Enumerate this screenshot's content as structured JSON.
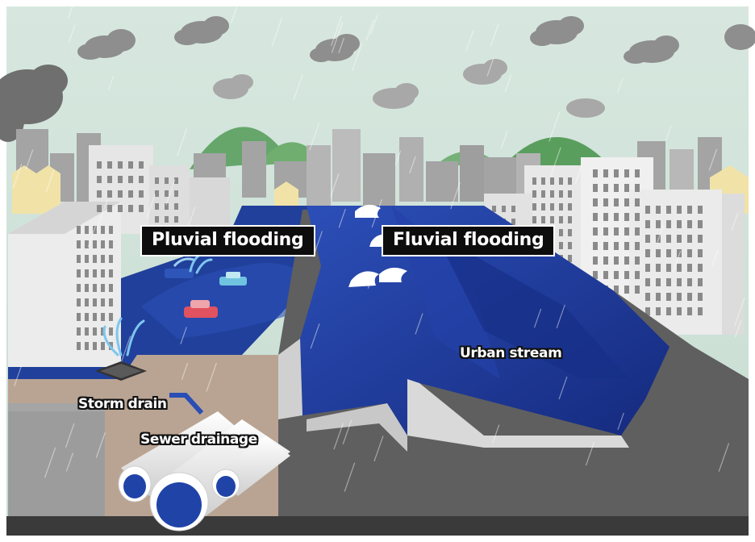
{
  "labels": {
    "pluvial": "Pluvial flooding",
    "fluvial": "Fluvial flooding",
    "urban_stream": "Urban stream",
    "storm_drain": "Storm drain",
    "sewer_drainage": "Sewer drainage"
  },
  "colors": {
    "sky": "#cfe3d9",
    "cloud": "#8a8a8a",
    "hill": "#5a9e5e",
    "building_far": "#a9a9a9",
    "building_near": "#e9e9e9",
    "water": "#1f3d9a",
    "ground": "#5e5e5e",
    "soil": "#b8a593",
    "pipe": "#f2f2f2",
    "pipe_inner": "#2043a8"
  }
}
